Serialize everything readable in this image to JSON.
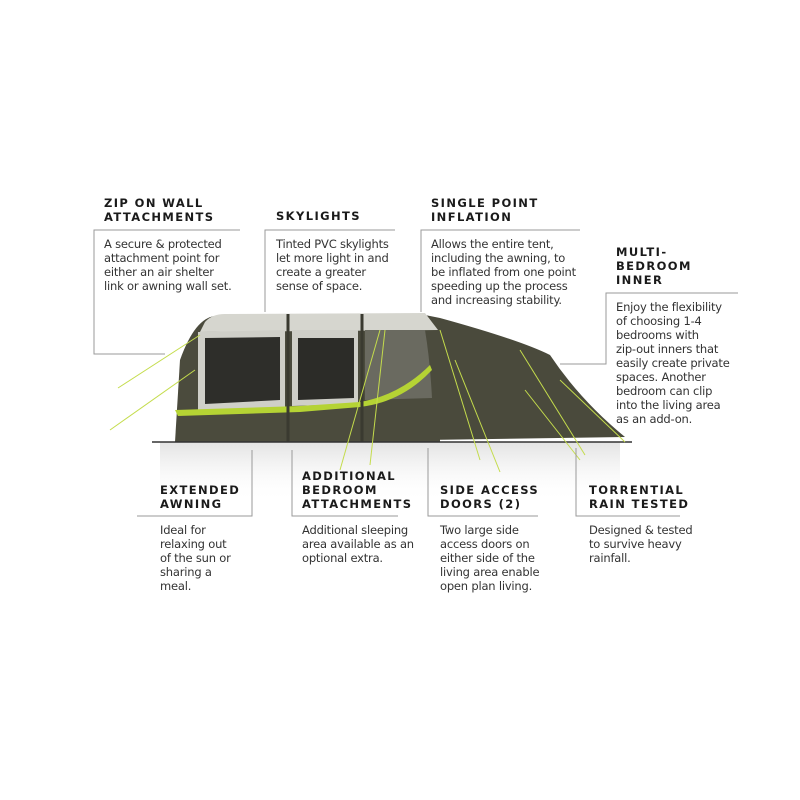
{
  "colors": {
    "accent": "#b5d334",
    "tent_body": "#4a4a3c",
    "tent_panel": "#d8d8d2",
    "line": "#9a9a9a"
  },
  "features": [
    {
      "id": "zip-on-wall",
      "title": "ZIP ON WALL\nATTACHMENTS",
      "body": "A secure & protected\nattachment point for\neither an air shelter\nlink or awning wall set."
    },
    {
      "id": "skylights",
      "title": "SKYLIGHTS",
      "body": "Tinted PVC skylights\nlet more light in and\ncreate a greater\nsense of space."
    },
    {
      "id": "single-point-inflation",
      "title": "SINGLE POINT\nINFLATION",
      "body": "Allows the entire tent,\nincluding the awning, to\nbe inflated from one point\nspeeding up the process\nand increasing stability."
    },
    {
      "id": "multi-bedroom-inner",
      "title": "MULTI-\nBEDROOM\nINNER",
      "body": "Enjoy the flexibility\nof choosing 1-4\nbedrooms with\nzip-out inners that\neasily create private\nspaces. Another\nbedroom can clip\ninto the living area\nas an add-on."
    },
    {
      "id": "extended-awning",
      "title": "EXTENDED\nAWNING",
      "body": "Ideal for\nrelaxing out\nof the sun or\nsharing a\nmeal."
    },
    {
      "id": "additional-bedroom",
      "title": "ADDITIONAL\nBEDROOM\nATTACHMENTS",
      "body": "Additional sleeping\narea available as an\noptional extra."
    },
    {
      "id": "side-access-doors",
      "title": "SIDE ACCESS\nDOORS (2)",
      "body": "Two large side\naccess doors on\neither side of the\nliving area enable\nopen plan living."
    },
    {
      "id": "torrential-rain",
      "title": "TORRENTIAL\nRAIN TESTED",
      "body": "Designed & tested\nto survive heavy\nrainfall."
    }
  ]
}
